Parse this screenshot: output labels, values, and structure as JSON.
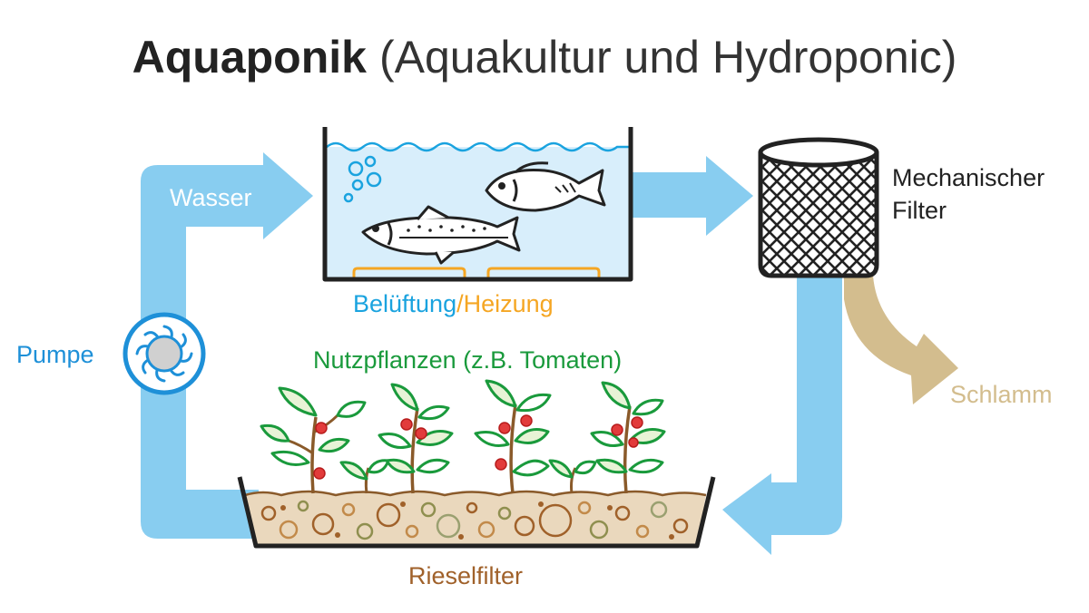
{
  "title": {
    "main": "Aquaponik",
    "sub": "(Aquakultur und Hydroponic)"
  },
  "labels": {
    "wasser": "Wasser",
    "pumpe": "Pumpe",
    "belueftung": "Belüftung",
    "slash": "/",
    "heizung": "Heizung",
    "filter_line1": "Mechanischer",
    "filter_line2": "Filter",
    "schlamm": "Schlamm",
    "nutzpflanzen": "Nutzpflanzen (z.B. Tomaten)",
    "rieselfilter": "Rieselfilter"
  },
  "colors": {
    "water_flow": "#88cdf0",
    "pump_blue": "#1e90d8",
    "aeration": "#1aa3df",
    "heating": "#f5a623",
    "sludge": "#d3bd8e",
    "plants_green": "#1a9a3c",
    "gravel_brown": "#a0612a",
    "tank_water": "#d8eefb"
  },
  "icons": [
    "fish-icon",
    "bubbles-icon",
    "pump-icon",
    "filter-mesh-icon",
    "tomato-plant-icon"
  ]
}
